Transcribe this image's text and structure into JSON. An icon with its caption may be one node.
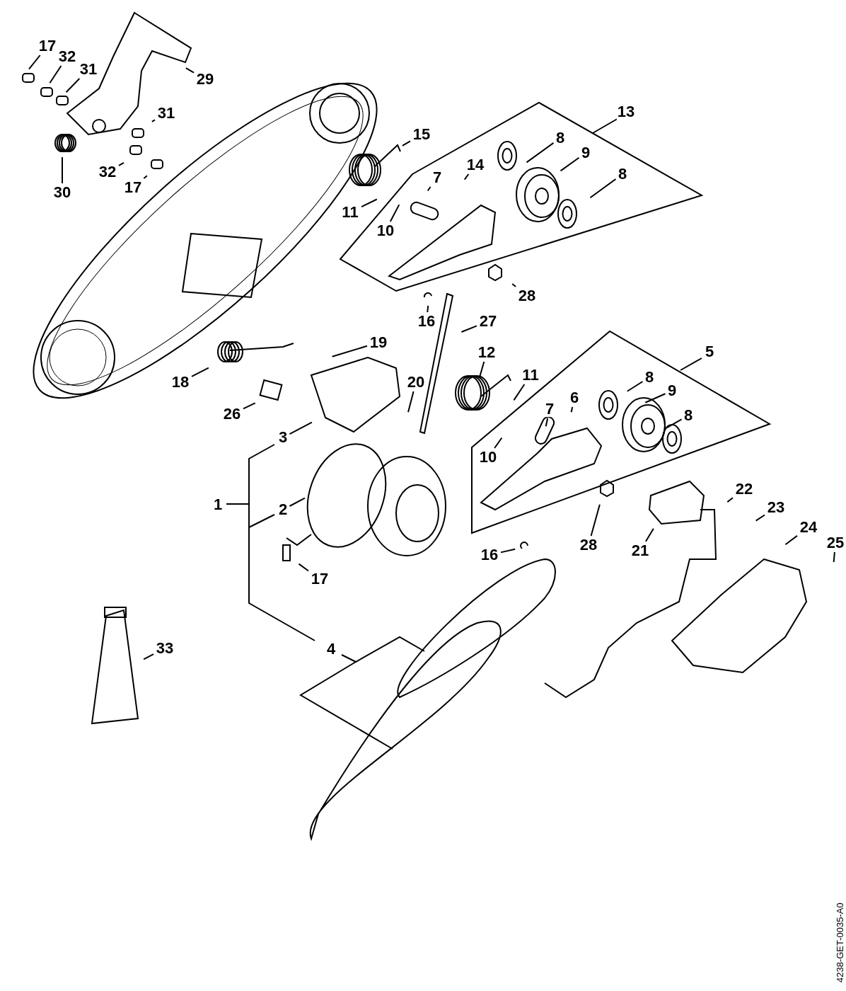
{
  "diagram": {
    "nodes": [
      {
        "text": [
          "17"
        ]
      },
      {
        "text": [
          "32"
        ]
      },
      {
        "text": [
          "31"
        ]
      },
      {
        "text": [
          "29"
        ]
      },
      {
        "text": [
          "31"
        ]
      },
      {
        "text": [
          "30"
        ]
      },
      {
        "text": [
          "32"
        ]
      },
      {
        "text": [
          "17"
        ]
      },
      {
        "text": [
          "15"
        ]
      },
      {
        "text": [
          "11"
        ]
      },
      {
        "text": [
          "10"
        ]
      },
      {
        "text": [
          "7"
        ]
      },
      {
        "text": [
          "14"
        ]
      },
      {
        "text": [
          "8"
        ]
      },
      {
        "text": [
          "9"
        ]
      },
      {
        "text": [
          "8"
        ]
      },
      {
        "text": [
          "28"
        ]
      },
      {
        "text": [
          "16"
        ]
      },
      {
        "text": [
          "27"
        ]
      },
      {
        "text": [
          "19"
        ]
      },
      {
        "text": [
          "18"
        ]
      },
      {
        "text": [
          "26"
        ]
      },
      {
        "text": [
          "20"
        ]
      },
      {
        "text": [
          "3"
        ]
      },
      {
        "text": [
          "12"
        ]
      },
      {
        "text": [
          "11"
        ]
      },
      {
        "text": [
          "7"
        ]
      },
      {
        "text": [
          "6"
        ]
      },
      {
        "text": [
          "8"
        ]
      },
      {
        "text": [
          "9"
        ]
      },
      {
        "text": [
          "8"
        ]
      },
      {
        "text": [
          "10"
        ]
      },
      {
        "text": [
          "16"
        ]
      },
      {
        "text": [
          "28"
        ]
      },
      {
        "text": [
          "2"
        ]
      },
      {
        "text": [
          "17"
        ]
      },
      {
        "text": [
          "21"
        ]
      },
      {
        "text": [
          "22"
        ]
      },
      {
        "text": [
          "23"
        ]
      },
      {
        "text": [
          "24"
        ]
      },
      {
        "text": [
          "25"
        ]
      },
      {
        "text": [
          "33"
        ]
      },
      {
        "text": [
          "13"
        ]
      },
      {
        "text": [
          "5"
        ]
      },
      {
        "text": [
          "1"
        ]
      },
      {
        "text": [
          "4"
        ]
      }
    ],
    "edges": [
      {
        "from": 0,
        "to": null,
        "arrow": "none"
      },
      {
        "from": 1,
        "to": null,
        "arrow": "none"
      },
      {
        "from": 2,
        "to": null,
        "arrow": "none"
      },
      {
        "from": 3,
        "to": null,
        "arrow": "none"
      },
      {
        "from": 4,
        "to": null,
        "arrow": "none"
      },
      {
        "from": 5,
        "to": null,
        "arrow": "none"
      },
      {
        "from": 6,
        "to": null,
        "arrow": "none"
      },
      {
        "from": 7,
        "to": null,
        "arrow": "none"
      },
      {
        "from": 8,
        "to": null,
        "arrow": "none"
      },
      {
        "from": 9,
        "to": null,
        "arrow": "none"
      },
      {
        "from": 10,
        "to": null,
        "arrow": "none"
      },
      {
        "from": 11,
        "to": null,
        "arrow": "none"
      },
      {
        "from": 12,
        "to": null,
        "arrow": "none"
      },
      {
        "from": 13,
        "to": null,
        "arrow": "none"
      },
      {
        "from": 14,
        "to": null,
        "arrow": "none"
      },
      {
        "from": 15,
        "to": null,
        "arrow": "none"
      },
      {
        "from": 16,
        "to": null,
        "arrow": "none"
      },
      {
        "from": 17,
        "to": null,
        "arrow": "none"
      },
      {
        "from": 18,
        "to": null,
        "arrow": "none"
      },
      {
        "from": 19,
        "to": null,
        "arrow": "none"
      },
      {
        "from": 20,
        "to": null,
        "arrow": "none"
      },
      {
        "from": 21,
        "to": null,
        "arrow": "none"
      },
      {
        "from": 22,
        "to": null,
        "arrow": "none"
      },
      {
        "from": 23,
        "to": null,
        "arrow": "none"
      },
      {
        "from": 24,
        "to": null,
        "arrow": "none"
      },
      {
        "from": 25,
        "to": null,
        "arrow": "none"
      },
      {
        "from": 26,
        "to": null,
        "arrow": "none"
      },
      {
        "from": 27,
        "to": null,
        "arrow": "none"
      },
      {
        "from": 28,
        "to": null,
        "arrow": "none"
      },
      {
        "from": 29,
        "to": null,
        "arrow": "none"
      },
      {
        "from": 30,
        "to": null,
        "arrow": "none"
      },
      {
        "from": 31,
        "to": null,
        "arrow": "none"
      },
      {
        "from": 32,
        "to": null,
        "arrow": "none"
      },
      {
        "from": 33,
        "to": null,
        "arrow": "none"
      },
      {
        "from": 34,
        "to": null,
        "arrow": "none"
      },
      {
        "from": 35,
        "to": null,
        "arrow": "none"
      },
      {
        "from": 36,
        "to": null,
        "arrow": "none"
      },
      {
        "from": 37,
        "to": null,
        "arrow": "none"
      },
      {
        "from": 38,
        "to": null,
        "arrow": "none"
      },
      {
        "from": 39,
        "to": null,
        "arrow": "none"
      },
      {
        "from": 40,
        "to": null,
        "arrow": "none"
      },
      {
        "from": 41,
        "to": null,
        "arrow": "none"
      }
    ],
    "labels": [
      "4238-GET-0035-A0"
    ]
  }
}
